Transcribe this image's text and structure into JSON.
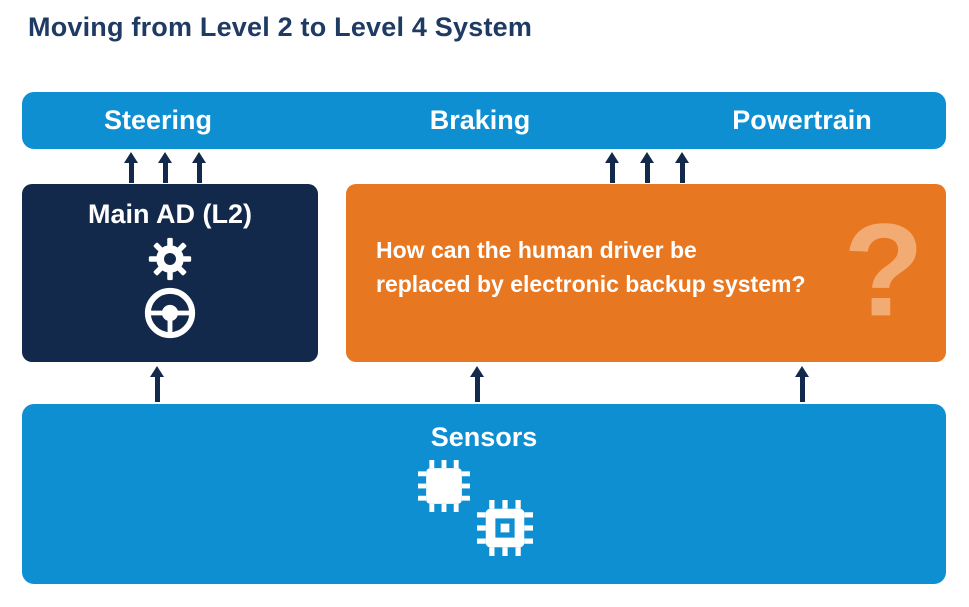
{
  "title": "Moving from Level 2 to Level 4 System",
  "colors": {
    "blue": "#0d8fd2",
    "navy": "#13294b",
    "orange": "#e87722",
    "qmark": "#f3ab74",
    "title_text": "#1f3a63"
  },
  "top_bar": {
    "items": [
      "Steering",
      "Braking",
      "Powertrain"
    ]
  },
  "main_ad_box": {
    "label": "Main AD (L2)",
    "icons": [
      "gear-icon",
      "steering-wheel-icon"
    ]
  },
  "question_box": {
    "line1": "How can the human driver be",
    "line2": "replaced by electronic backup system?",
    "mark": "?"
  },
  "sensors_box": {
    "label": "Sensors",
    "icons": [
      "chip-icon",
      "chip-icon"
    ]
  }
}
